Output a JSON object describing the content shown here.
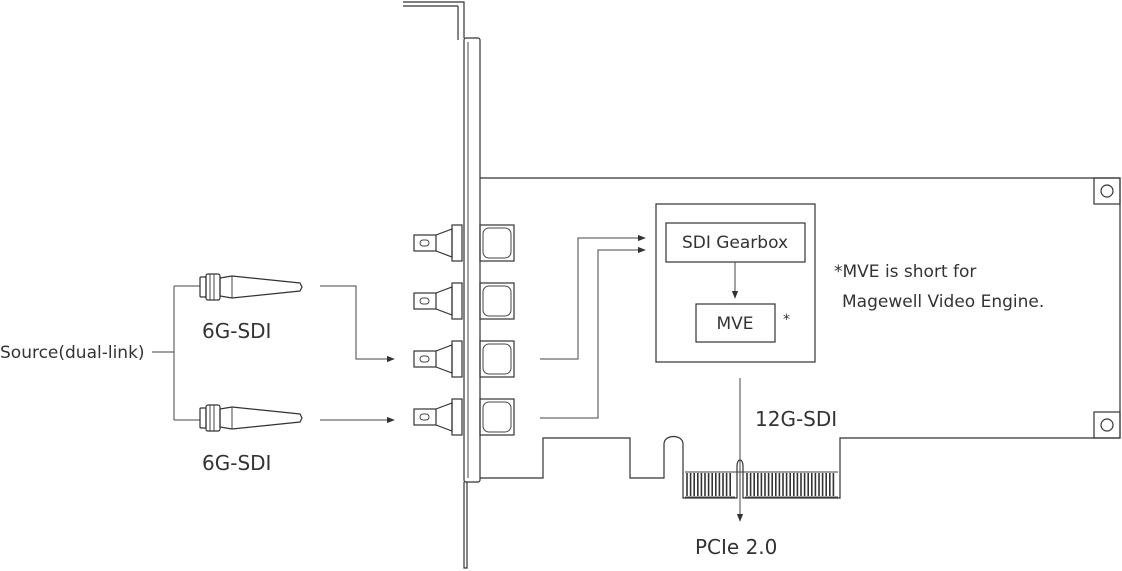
{
  "source_label": "Source(dual-link)",
  "cable_top_label": "6G-SDI",
  "cable_bottom_label": "6G-SDI",
  "gearbox_label": "SDI Gearbox",
  "mve_label": "MVE",
  "mve_asterisk": "*",
  "note_line1": "*MVE is short for",
  "note_line2": "Magewell Video Engine.",
  "output_label": "12G-SDI",
  "bus_label": "PCIe 2.0"
}
